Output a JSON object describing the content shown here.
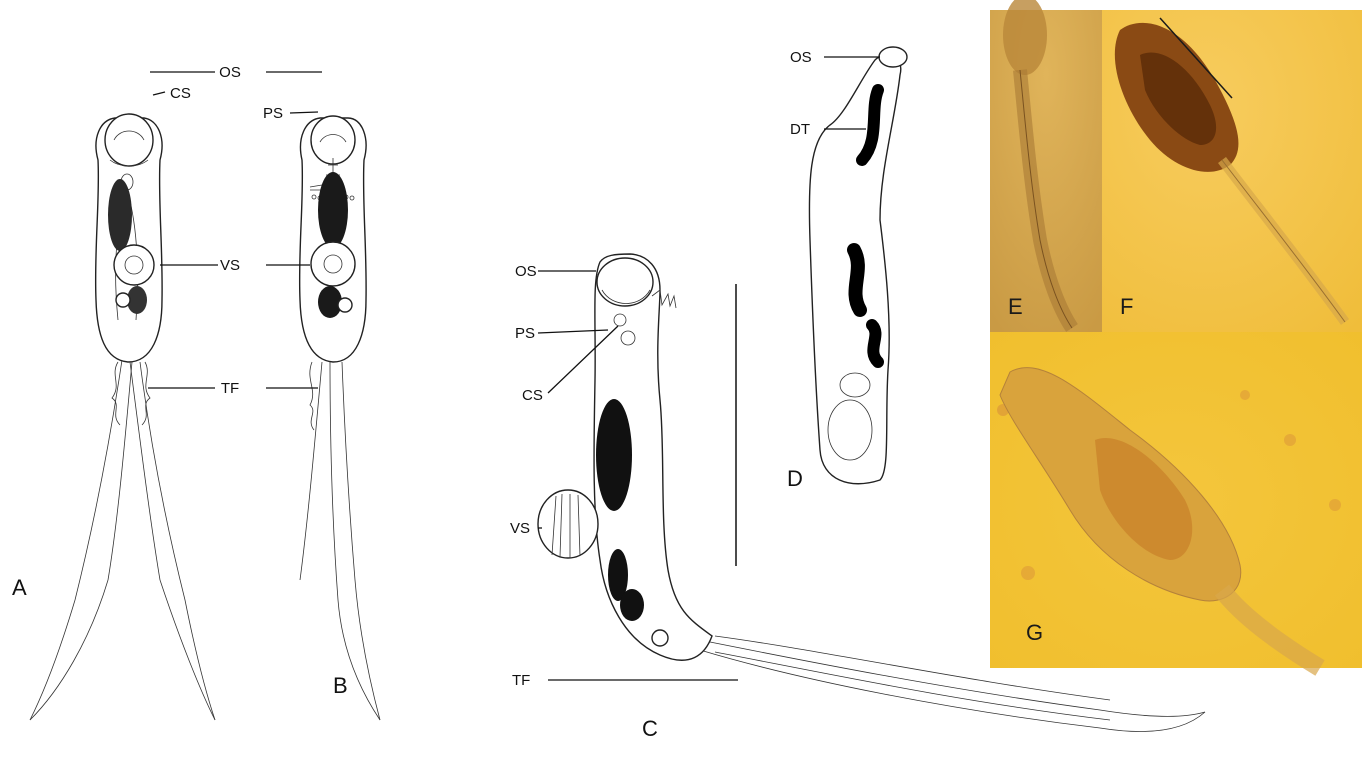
{
  "panels": {
    "a": "A",
    "b": "B",
    "c": "C",
    "d": "D",
    "e": "E",
    "f": "F",
    "g": "G"
  },
  "labels": {
    "a_os": "OS",
    "a_cs": "CS",
    "a_vs": "VS",
    "a_tf": "TF",
    "b_ps": "PS",
    "c_os": "OS",
    "c_ps": "PS",
    "c_cs": "CS",
    "c_vs": "VS",
    "c_tf": "TF",
    "d_os": "OS",
    "d_dt": "DT"
  },
  "colors": {
    "photo_background": "#f2c33a",
    "photo_tissue": "#d9a33c",
    "photo_dark_tissue": "#8a4a14",
    "drawing_ink": "#111111"
  }
}
